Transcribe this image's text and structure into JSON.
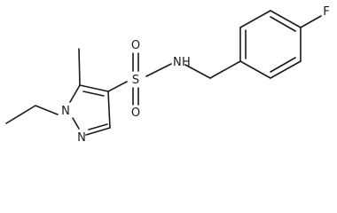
{
  "diagram": {
    "type": "chemical-structure",
    "atom_labels": {
      "fluorine": "F",
      "sulfur": "S",
      "oxygen_top": "O",
      "oxygen_bottom": "O",
      "sulfonamide_nitrogen": "N",
      "sulfonamide_hydrogen": "H",
      "pyrazole_n1": "N",
      "pyrazole_n2": "N"
    },
    "colors": {
      "bond": "#1a1a1a",
      "label": "#1a1a1a",
      "background": "#ffffff"
    }
  }
}
